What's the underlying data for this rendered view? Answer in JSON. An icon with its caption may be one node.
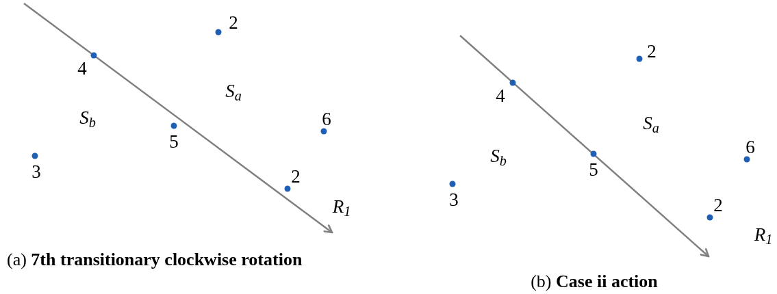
{
  "diagram": {
    "labels": [
      "2",
      "4",
      "S$_{a}$",
      "S$_{b}$",
      "5",
      "6",
      "3",
      "2",
      "R$_{1}$",
      "(a) **7th transitionary clockwise rotation**",
      "2",
      "4",
      "S$_{a}$",
      "S$_{b}$",
      "5",
      "6",
      "3",
      "2",
      "R$_{1}$",
      "(b) **Case ii action**"
    ]
  }
}
